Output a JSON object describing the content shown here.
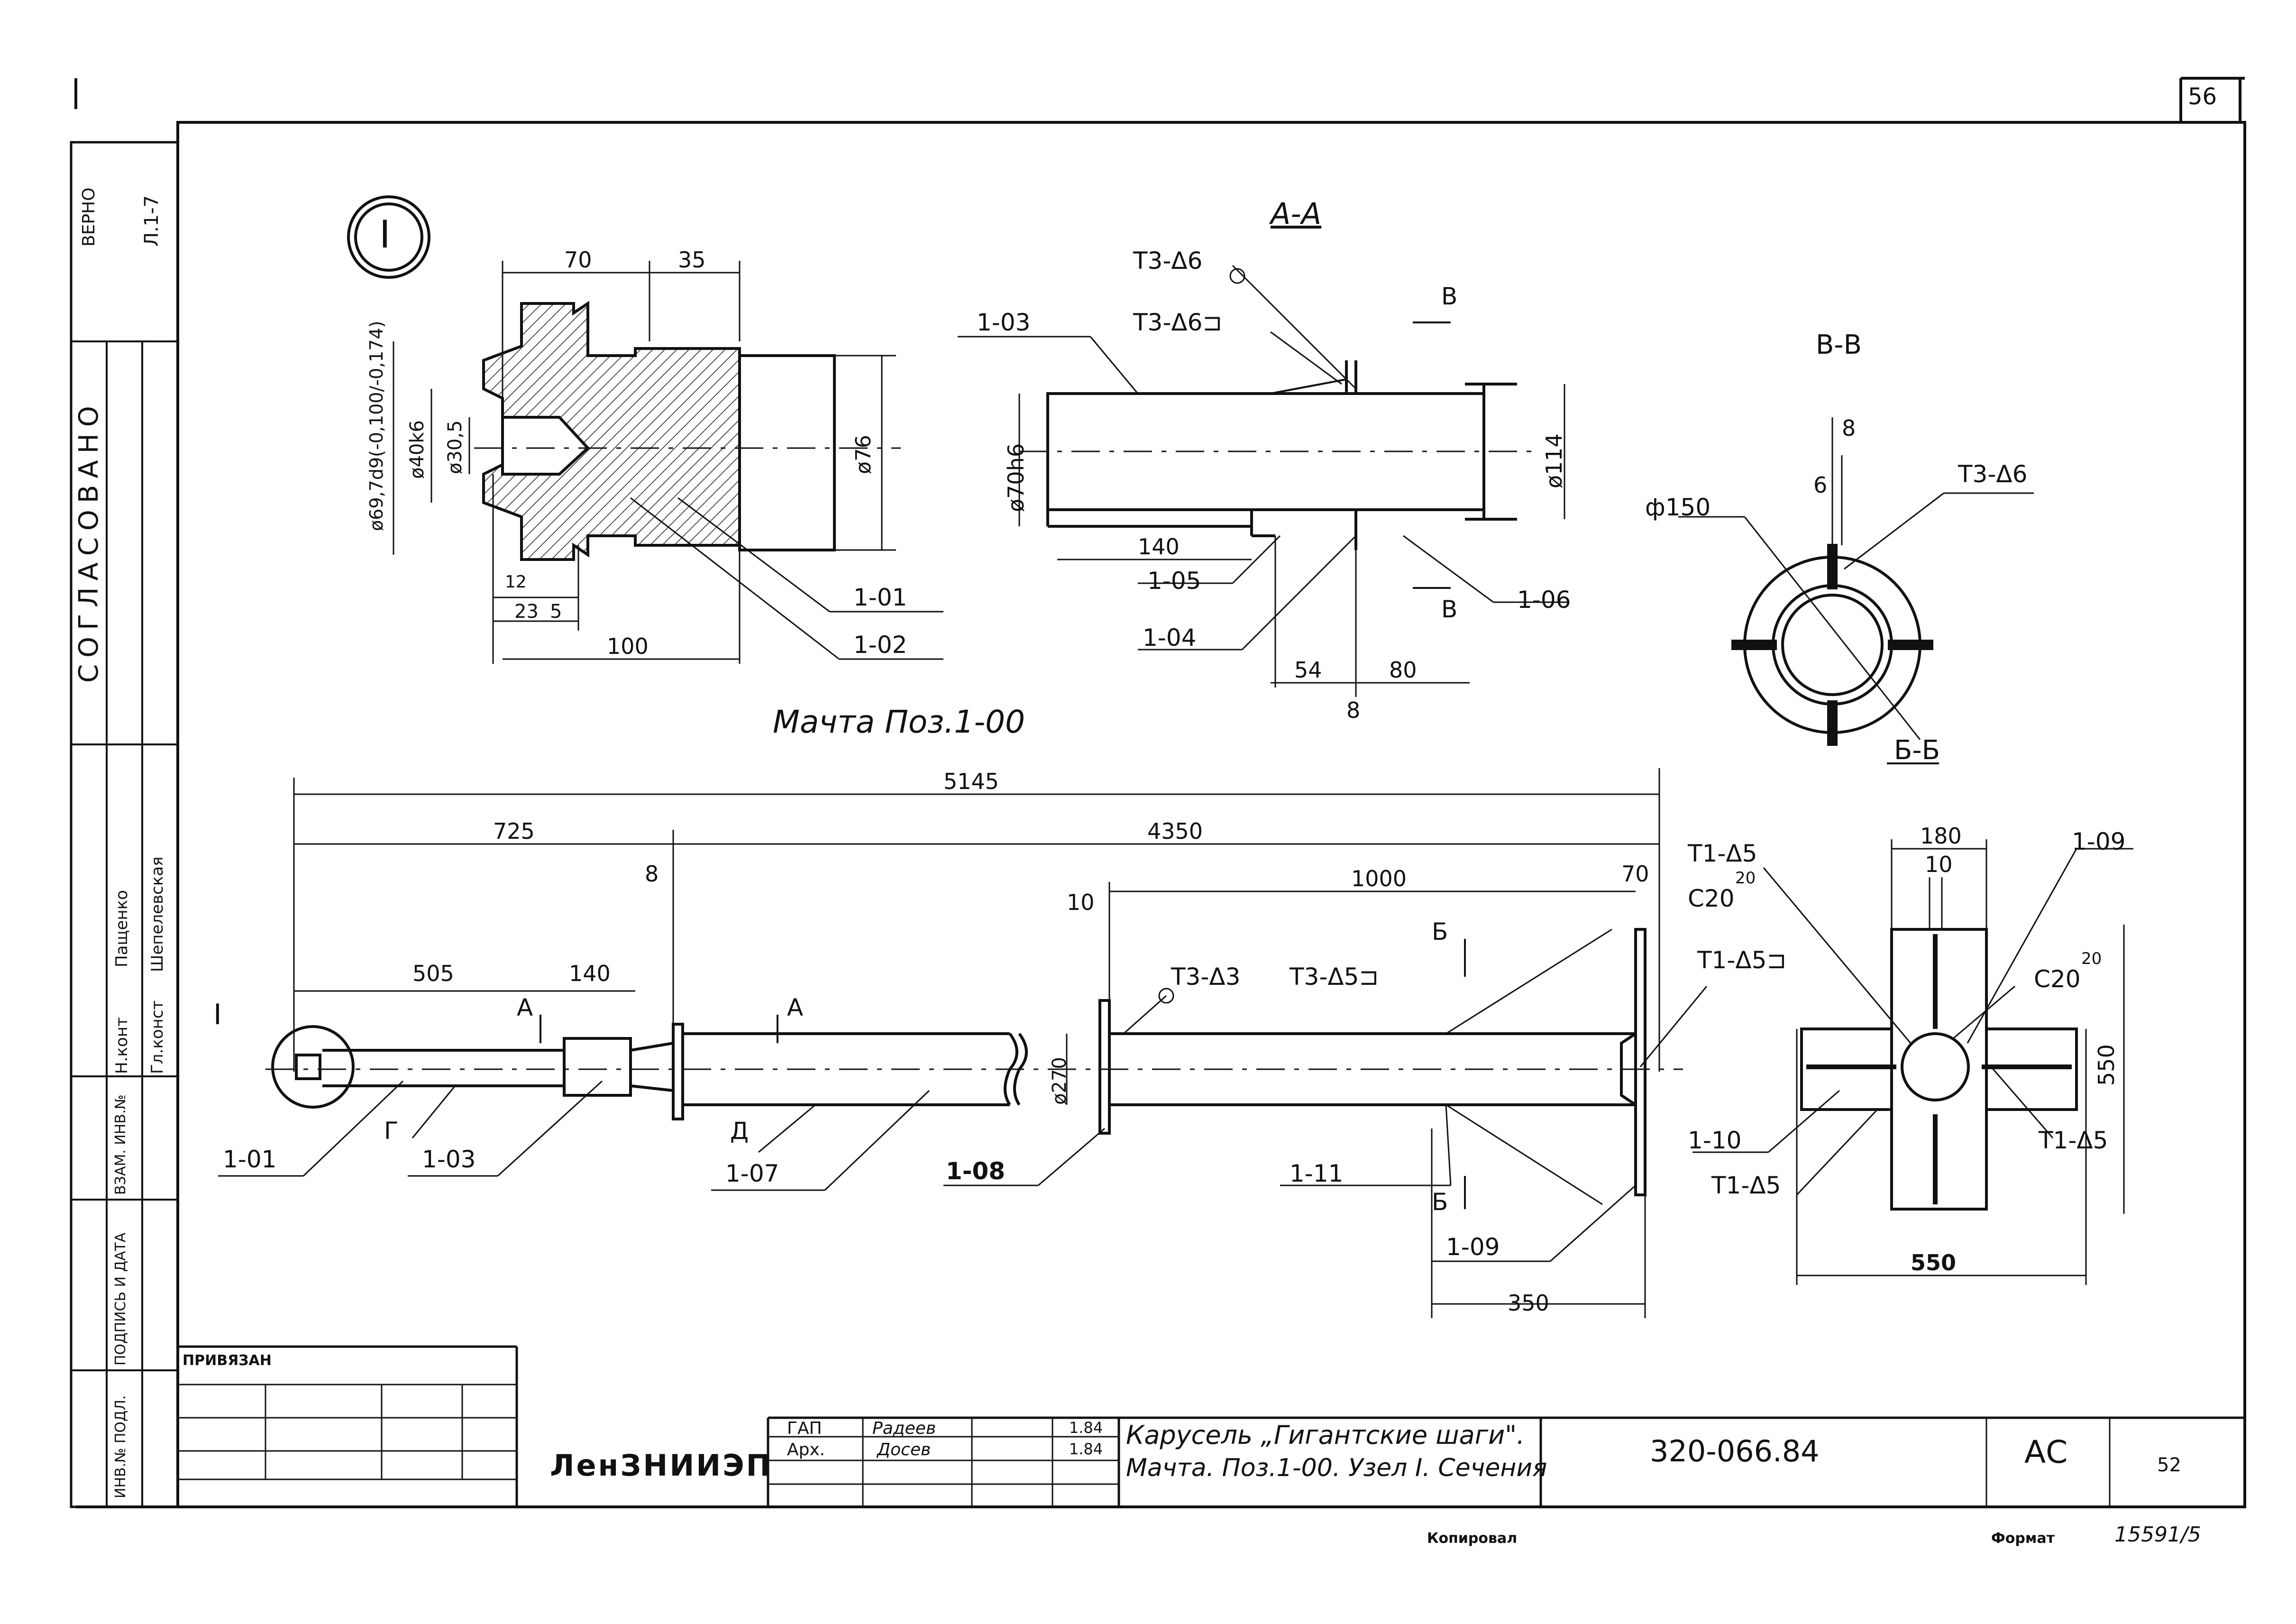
{
  "sheet": {
    "page_number": "56",
    "sheet_corner_mark": "52",
    "stamp_verified": "ВЕРНО",
    "stamp_sign": "Л.1-7"
  },
  "left_strip": {
    "agreed": "СОГЛАСОВАНО",
    "roles": [
      "Н.конт",
      "Гл.конст"
    ],
    "names": [
      "Пащенко",
      "Шепелевская"
    ],
    "inv_subst": "ВЗАМ. ИНВ.№",
    "sign_date": "ПОДПИСЬ И ДАТА",
    "inv_orig": "ИНВ.№ ПОДЛ."
  },
  "node_marker": "I",
  "mast_title": "Мачта   Поз.1-00",
  "section_aa": {
    "title": "А-А",
    "labels": [
      "Т3-Δ6",
      "Т3-Δ6⊐",
      "1-03",
      "1-05",
      "1-04",
      "1-06",
      "В",
      "В"
    ],
    "dims": [
      "ø70h6",
      "ø114",
      "140",
      "54",
      "80",
      "8"
    ]
  },
  "section_bb": {
    "title": "В-В",
    "labels": [
      "ф150",
      "Т3-Δ6"
    ],
    "dims": [
      "8",
      "6"
    ]
  },
  "node_detail": {
    "dims": [
      "70",
      "35",
      "ø69,7d9(-0,100/-0,174)",
      "ø40k6",
      "ø30,5",
      "ø76",
      "12",
      "23",
      "5",
      "100"
    ],
    "parts": [
      "1-01",
      "1-02"
    ]
  },
  "mast_elevation": {
    "overall_dims": [
      "5145",
      "725",
      "4350",
      "8",
      "505",
      "140",
      "10",
      "1000",
      "70",
      "350",
      "ø270"
    ],
    "markers": [
      "I",
      "А",
      "А",
      "Г",
      "Д",
      "Б",
      "Б"
    ],
    "parts": [
      "1-01",
      "1-03",
      "1-07",
      "1-08",
      "1-11",
      "1-09"
    ],
    "welds": [
      "Т3-Δ3",
      "Т3-Δ5⊐",
      "Т1-Δ5⊐"
    ]
  },
  "section_bbase": {
    "title": "Б-Б",
    "dims": [
      "180",
      "10",
      "550",
      "550"
    ],
    "labels": [
      "Т1-Δ5",
      "С20",
      "20",
      "С20",
      "20",
      "1-09",
      "1-10",
      "Т1-Δ5",
      "Т1-Δ5"
    ]
  },
  "title_block": {
    "attached": "ПРИВЯЗАН",
    "org": "ЛенЗНИИЭП",
    "roles": [
      "ГАП",
      "Арх."
    ],
    "names": [
      "Радеев",
      "Досев"
    ],
    "dates": [
      "1.84",
      "1.84"
    ],
    "title_line1": "Карусель „Гигантские шаги\".",
    "title_line2": "Мачта. Поз.1-00. Узел I. Сечения",
    "doc_code": "320-066.84",
    "stage": "АС",
    "copied": "Копировал",
    "format_label": "Формат",
    "format_value": "15591/5"
  }
}
